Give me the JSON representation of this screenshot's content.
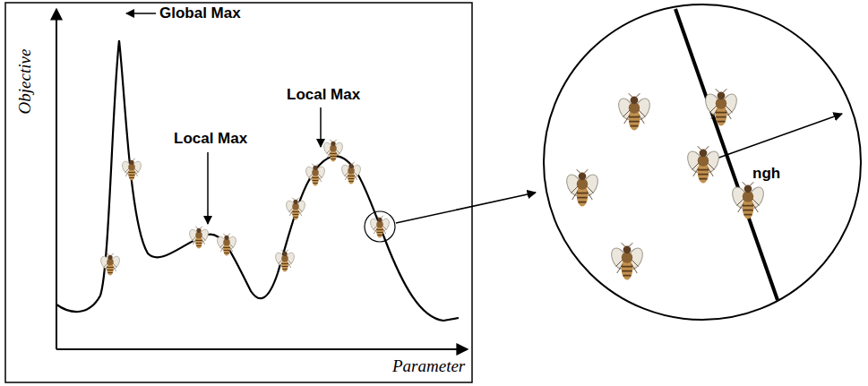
{
  "diagram": {
    "nodes": [
      {
        "text": [
          "ngh"
        ]
      }
    ],
    "labels": [
      "Global Max",
      "Local Max",
      "Local Max",
      "Objective",
      "Parameter"
    ]
  }
}
